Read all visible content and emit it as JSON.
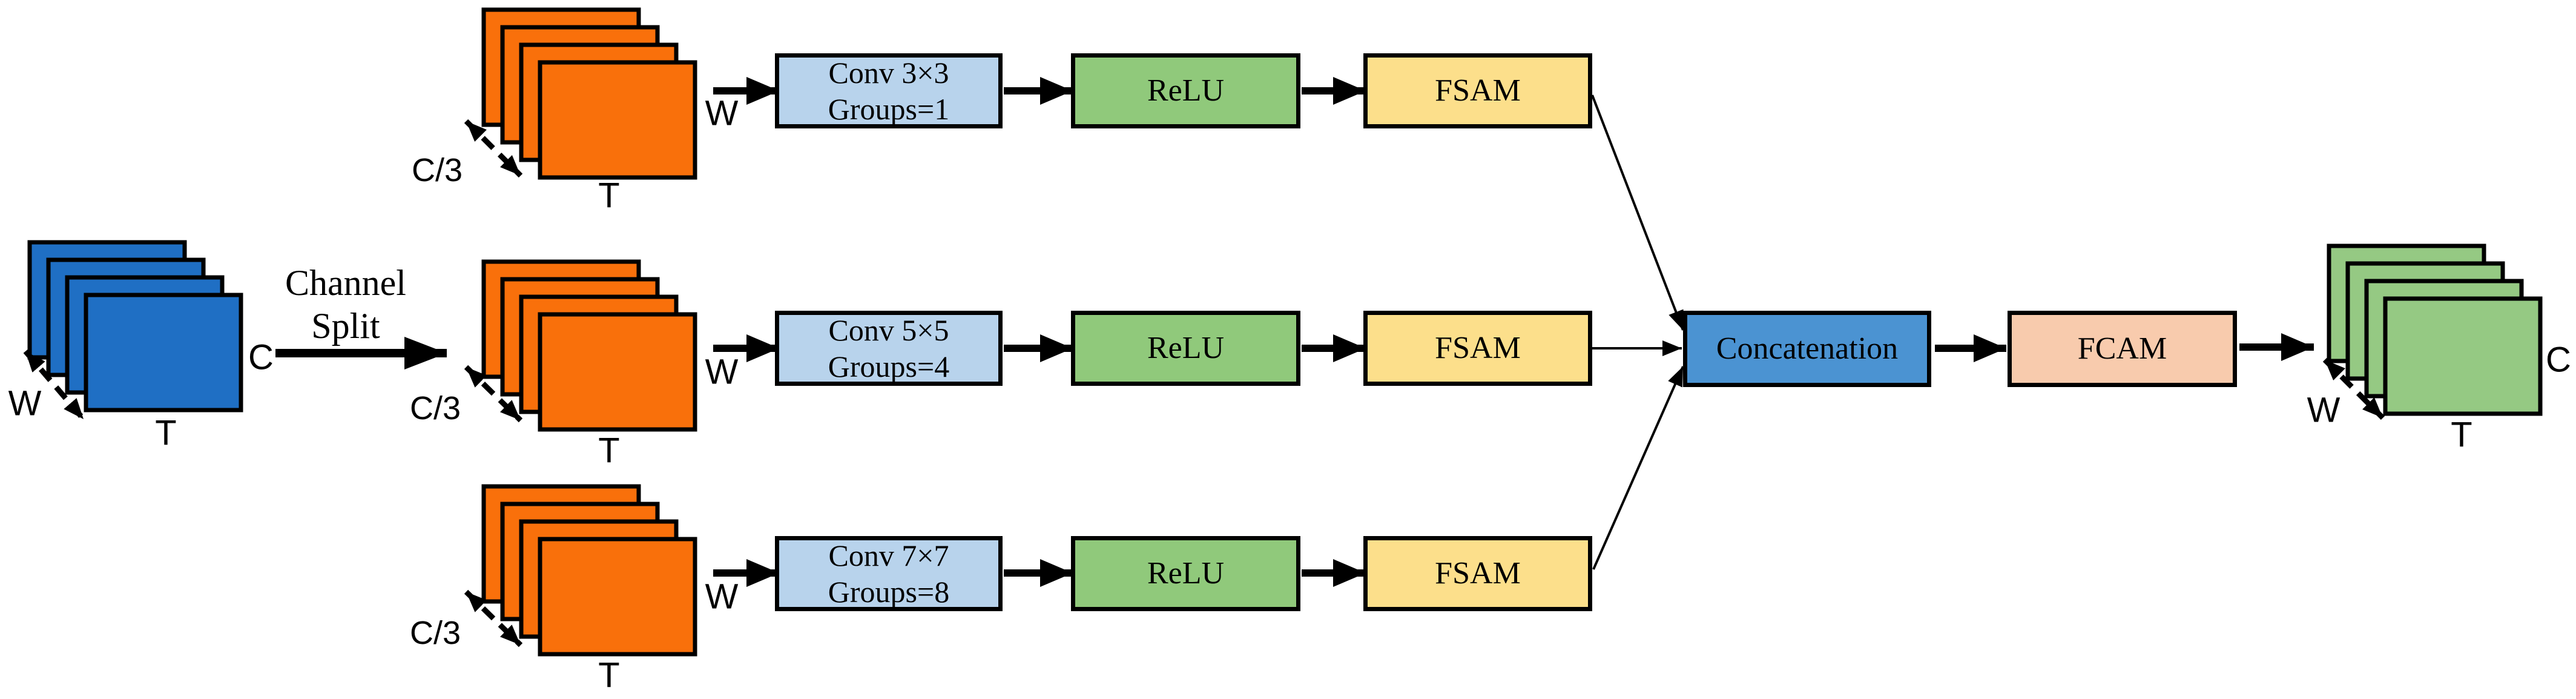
{
  "colors": {
    "input_stack": "#1f6fc4",
    "split_stack": "#f9700b",
    "conv_box": "#b8d3ec",
    "relu_box": "#90c97b",
    "fsam_box": "#fcdf8b",
    "concat_box": "#4b93d2",
    "fcam_box": "#f8cbad",
    "output_stack": "#95c983",
    "line": "#000000"
  },
  "input_stack": {
    "c": "C",
    "w": "W",
    "t": "T"
  },
  "channel_split": {
    "line1": "Channel",
    "line2": "Split"
  },
  "branches": [
    {
      "stack": {
        "c": "C/3",
        "w": "W",
        "t": "T"
      },
      "conv_line1": "Conv 3×3",
      "conv_line2": "Groups=1",
      "relu": "ReLU",
      "attention": "FSAM"
    },
    {
      "stack": {
        "c": "C/3",
        "w": "W",
        "t": "T"
      },
      "conv_line1": "Conv 5×5",
      "conv_line2": "Groups=4",
      "relu": "ReLU",
      "attention": "FSAM"
    },
    {
      "stack": {
        "c": "C/3",
        "w": "W",
        "t": "T"
      },
      "conv_line1": "Conv 7×7",
      "conv_line2": "Groups=8",
      "relu": "ReLU",
      "attention": "FSAM"
    }
  ],
  "concatenation_label": "Concatenation",
  "fcam_label": "FCAM",
  "output_stack": {
    "c": "C",
    "w": "W",
    "t": "T"
  }
}
